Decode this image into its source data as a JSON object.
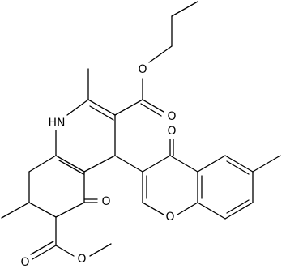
{
  "atoms": {
    "nh": "HN",
    "o_ester_link_top": "O",
    "o_ester_carbonyl_top": "O",
    "o_chromone_carbonyl": "O",
    "o_ketone": "O",
    "o_chromone_ring": "O",
    "o_ester_carbonyl_bottom": "O",
    "o_ester_link_bottom": "O"
  }
}
